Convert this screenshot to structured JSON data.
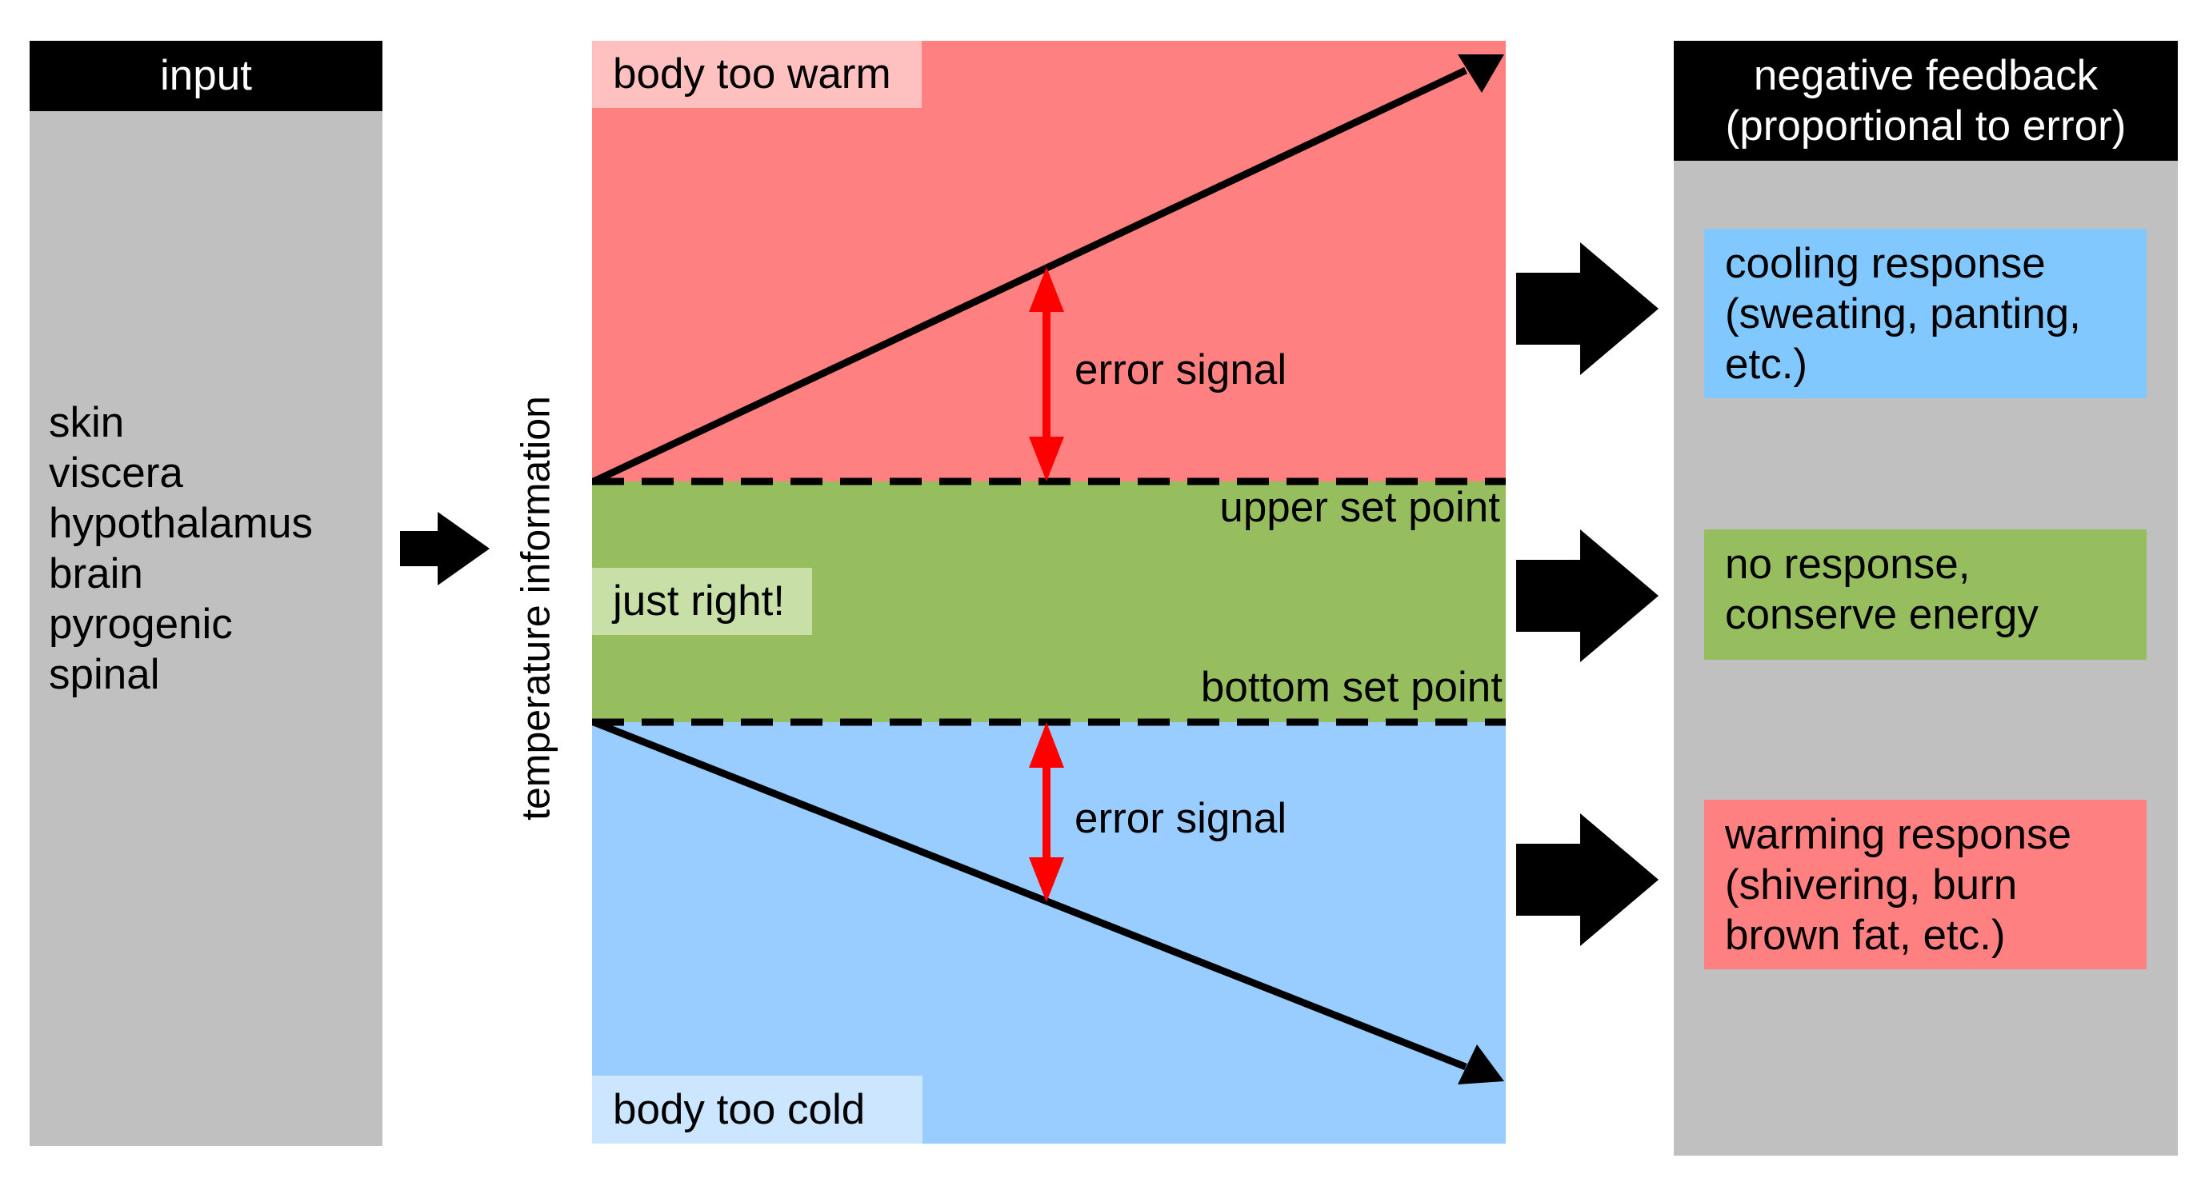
{
  "input": {
    "header": "input",
    "items": [
      "skin",
      "viscera",
      "hypothalamus",
      "brain",
      "pyrogenic",
      "spinal"
    ]
  },
  "center": {
    "axis_label": "temperature information",
    "warm_label": "body too warm",
    "right_label": "just right!",
    "cold_label": "body too cold",
    "upper_set_point": "upper set point",
    "bottom_set_point": "bottom set point",
    "error_signal_upper": "error signal",
    "error_signal_lower": "error signal"
  },
  "feedback": {
    "header_line1": "negative feedback",
    "header_line2": "(proportional to error)",
    "cooling": [
      "cooling response",
      "(sweating, panting,",
      "etc.)"
    ],
    "none": [
      "no response,",
      "conserve energy"
    ],
    "warming": [
      "warming response",
      "(shivering, burn",
      "brown fat, etc.)"
    ]
  },
  "colors": {
    "warm": "#ff8080",
    "right": "#96be5f",
    "cold": "#99ccff",
    "panel": "#c0c0c0",
    "error_arrow": "#ff0000"
  }
}
